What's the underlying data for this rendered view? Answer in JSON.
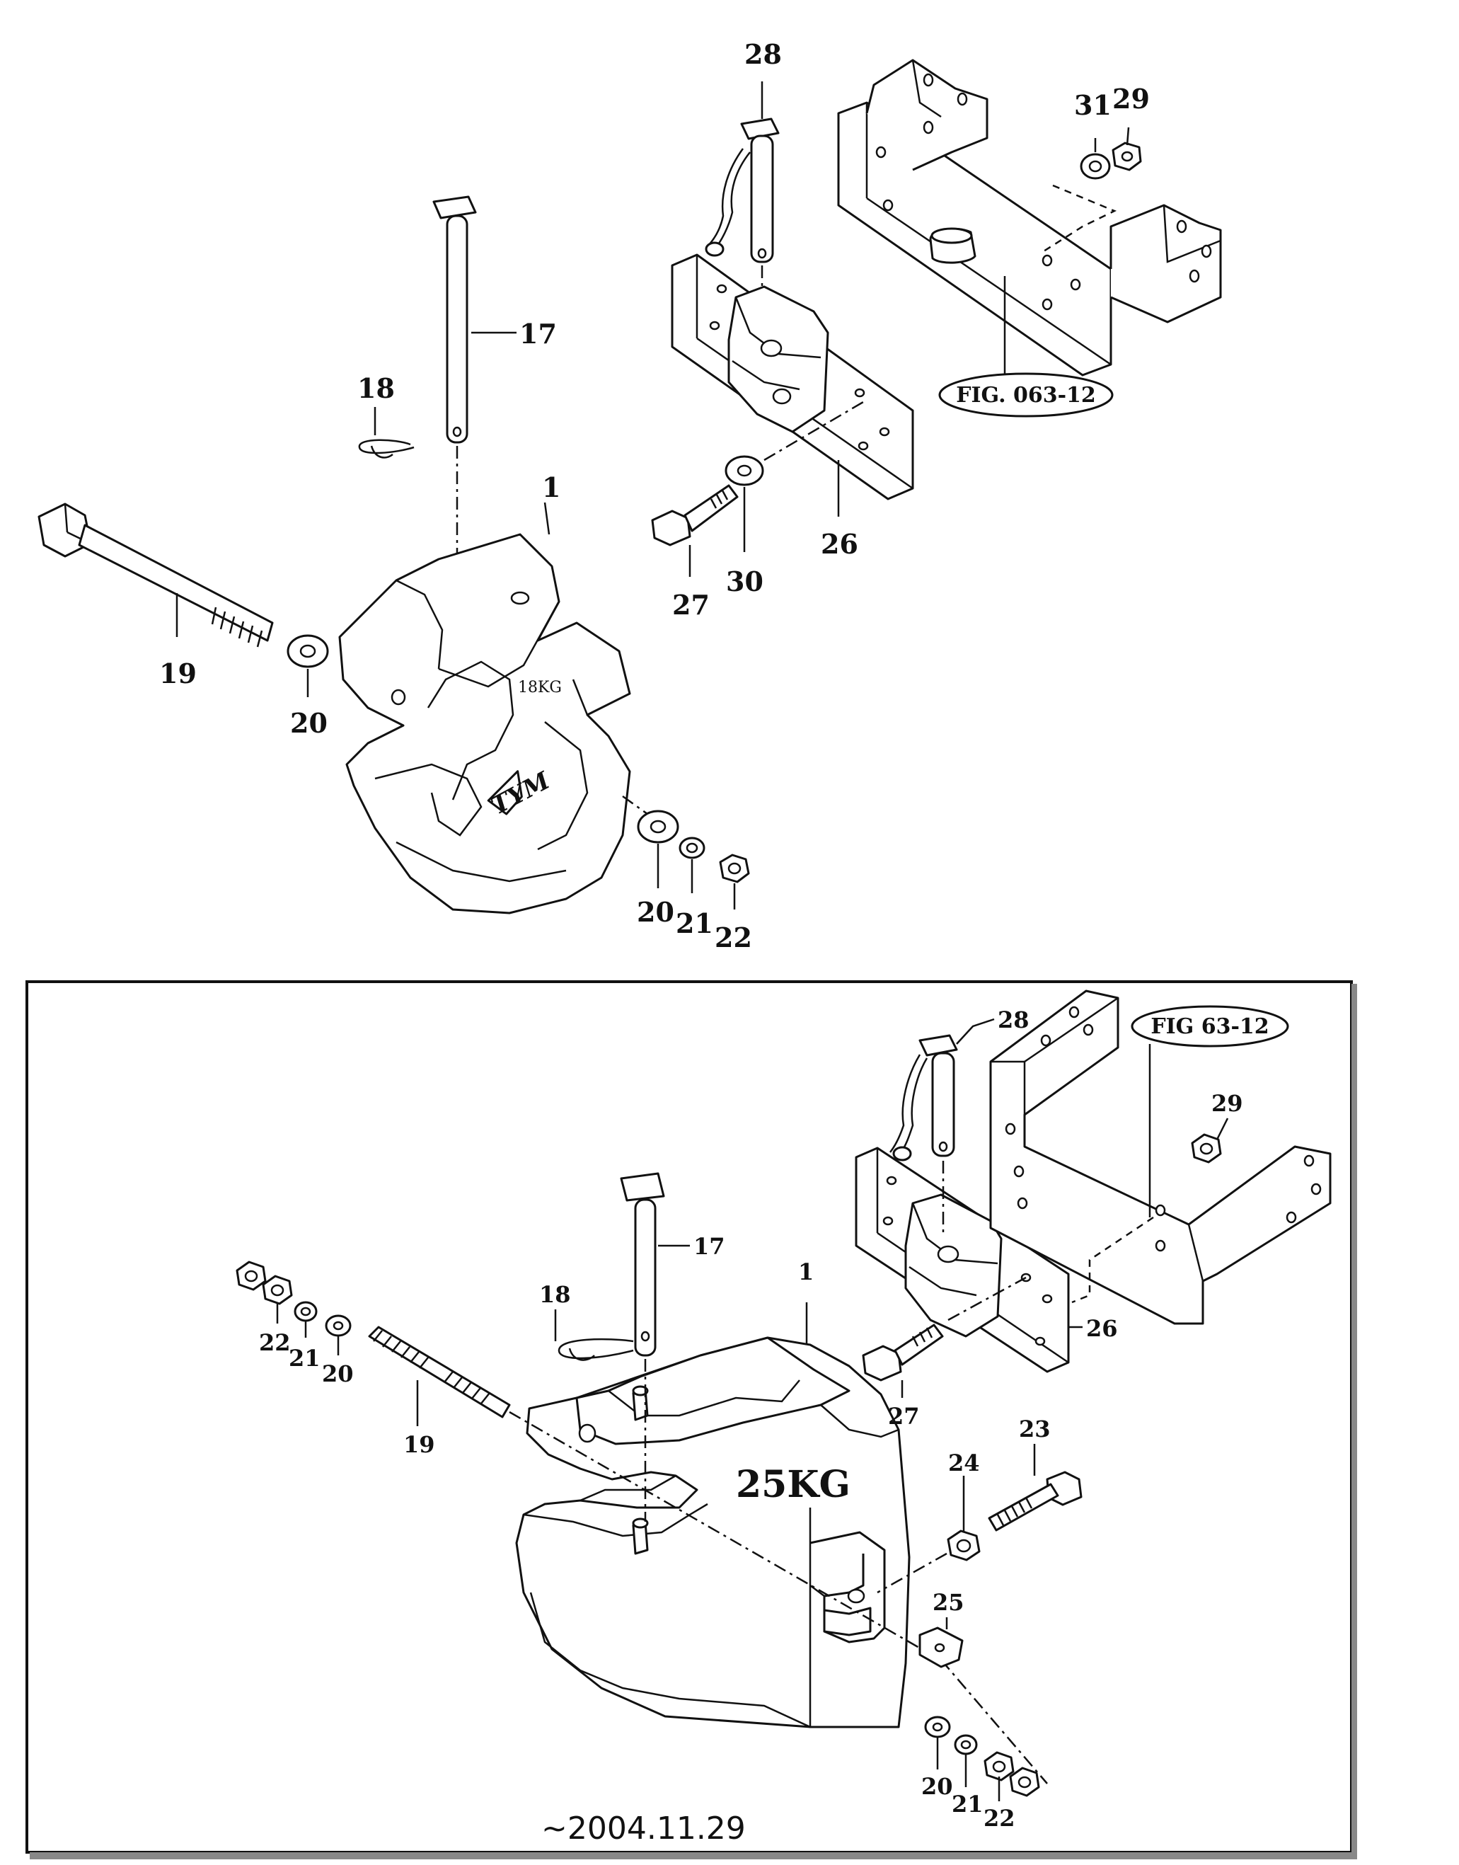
{
  "upper_assembly": {
    "callouts": {
      "c1": "1",
      "c17": "17",
      "c18": "18",
      "c19": "19",
      "c20a": "20",
      "c20b": "20",
      "c21": "21",
      "c22": "22",
      "c26": "26",
      "c27": "27",
      "c28": "28",
      "c29": "29",
      "c30": "30",
      "c31": "31"
    },
    "figure_ref": "FIG. 063-12",
    "weight": "18KG",
    "logo_text": "TYM"
  },
  "lower_assembly": {
    "callouts": {
      "c1": "1",
      "c17": "17",
      "c18": "18",
      "c19": "19",
      "c20a": "20",
      "c21a": "21",
      "c22a": "22",
      "c20b": "20",
      "c21b": "21",
      "c22b": "22",
      "c23": "23",
      "c24": "24",
      "c25": "25",
      "c26": "26",
      "c27": "27",
      "c28": "28",
      "c29": "29"
    },
    "figure_ref": "FIG 63-12",
    "weight": "25KG",
    "date_range": "~2004.11.29"
  }
}
